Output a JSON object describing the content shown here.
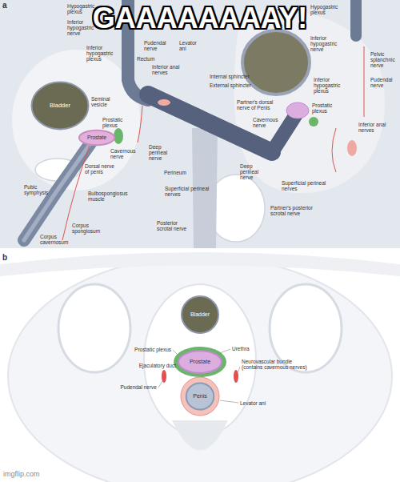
{
  "diagram": {
    "title": "GAAAAAAAAY!",
    "nodes": [
      {
        "text": [
          "Bladder"
        ]
      },
      {
        "text": [
          "Prostate"
        ]
      },
      {
        "text": [
          "Bladder"
        ]
      },
      {
        "text": [
          "Prostate"
        ]
      },
      {
        "text": [
          "Penis"
        ]
      }
    ],
    "labels": [
      "a",
      "Hypogastric plexus",
      "Inferior hypogastric nerve",
      "Pudendal nerve",
      "Levator ani",
      "Inferior hypogastric plexus",
      "Rectum",
      "Inferior anal nerves",
      "Internal sphincter",
      "External sphincter",
      "Seminal vesicle",
      "Prostatic plexus",
      "Cavernous nerve",
      "Deep perineal nerve",
      "Pubic symphysis",
      "Dorsal nerve of penis",
      "Perineum",
      "Superficial perineal nerves",
      "Bulbospongiosus muscle",
      "Posterior scrotal nerve",
      "Corpus spongiosum",
      "Corpus cavernosum",
      "Hypogastric plexus",
      "Inferior hypogastric nerve",
      "Pelvic splanchnic nerve",
      "Inferior hypogastric plexus",
      "Pudendal nerve",
      "Partner's dorsal nerve of Penis",
      "Prostatic plexus",
      "Cavernous nerve",
      "Inferior anal nerves",
      "Deep perineal nerve",
      "Superficial perineal nerves",
      "Partner's posterior scrotal nerve",
      "b",
      "Prostatic plexus",
      "Urethra",
      "Ejaculatory duct",
      "Neurovascular bundle (contains cavernous nerves)",
      "Pudendal nerve",
      "Levator ani",
      "imgflip.com"
    ]
  }
}
